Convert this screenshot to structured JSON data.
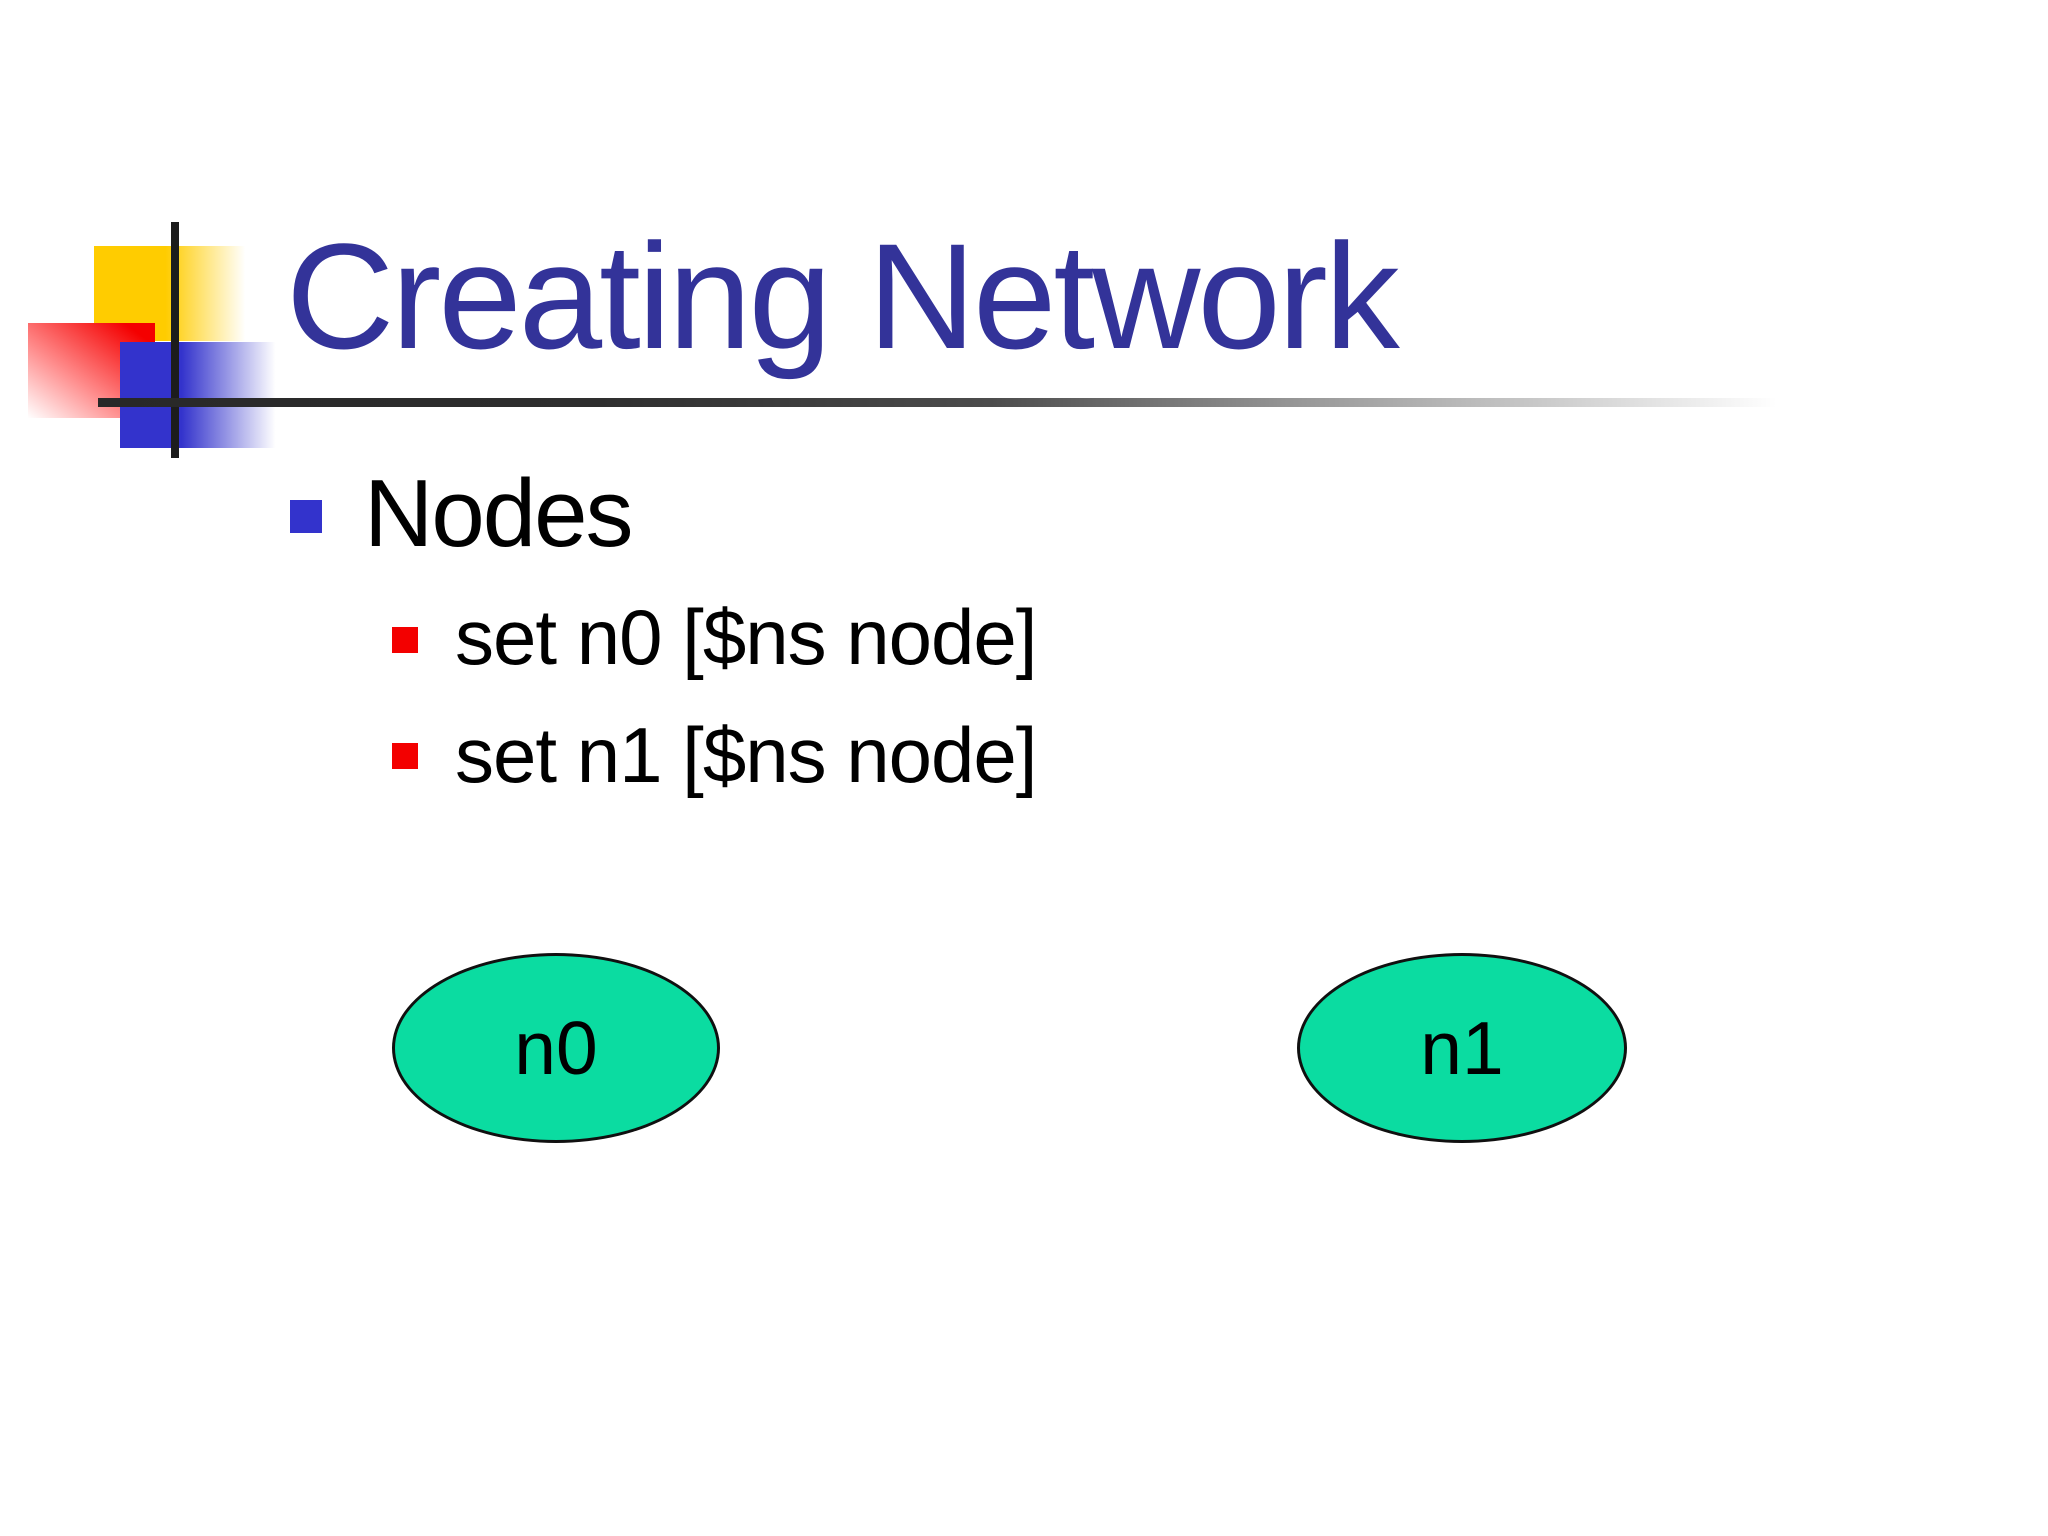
{
  "slide": {
    "background_color": "#ffffff",
    "title": {
      "text": "Creating Network",
      "color": "#333399"
    },
    "decoration": {
      "yellow_square_color": "#ffcc00",
      "red_square_color": "#ff0000",
      "blue_square_color": "#3333cc",
      "crosshair_line_color": "#1c1c1c",
      "rule_gradient_start": "#282828",
      "rule_gradient_end": "#ffffff"
    },
    "bullets": [
      {
        "level": 1,
        "text": "Nodes",
        "marker_color": "#3333cc"
      },
      {
        "level": 2,
        "text": "set n0 [$ns node]",
        "marker_color": "#ff0000"
      },
      {
        "level": 2,
        "text": "set n1 [$ns node]",
        "marker_color": "#ff0000"
      }
    ],
    "diagram": {
      "nodes": [
        {
          "label": "n0",
          "fill": "#0bdca1",
          "border": "#101010"
        },
        {
          "label": "n1",
          "fill": "#0bdca1",
          "border": "#101010"
        }
      ]
    }
  }
}
